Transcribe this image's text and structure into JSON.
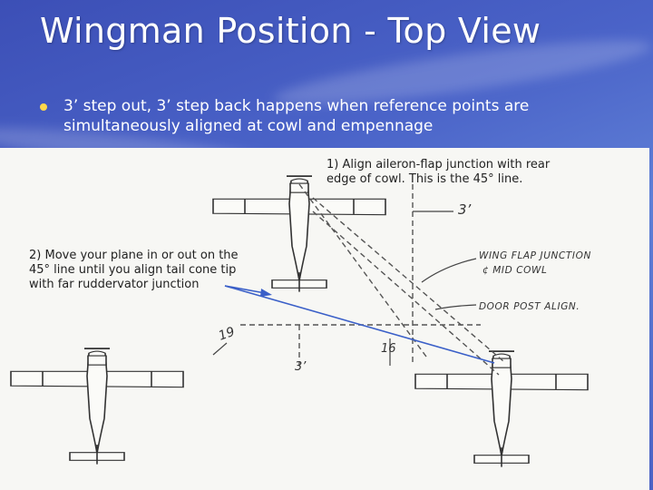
{
  "slide": {
    "title": "Wingman Position - Top View",
    "bullet": "3’ step out, 3’ step back happens when reference points are simultaneously aligned at cowl and empennage",
    "bullet_color": "#ffd84a"
  },
  "diagram": {
    "note1": "1) Align aileron-flap junction with rear edge of cowl. This is the 45° line.",
    "note2": "2) Move your plane in or out on the 45° line until you align tail cone tip with far ruddervator junction",
    "labels": {
      "three_ft_top": "3’",
      "wing_flap": "WING FLAP JUNCTION",
      "mid_cowl": "¢ MID COWL",
      "door_post": "DOOR POST ALIGN.",
      "nineteen": "19",
      "sixteen": "16",
      "three_ft_bottom": "3’"
    },
    "arrow_color": "#3a5fc8"
  }
}
